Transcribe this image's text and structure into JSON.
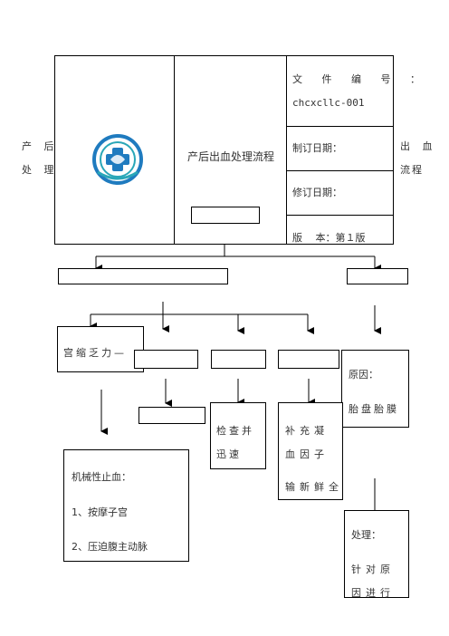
{
  "side_left": {
    "line1": "产 后",
    "line2": "处 理"
  },
  "side_right": {
    "line1": "出 血",
    "line2": "流程"
  },
  "header": {
    "title": "产后出血处理流程",
    "doc_no_label": "文 件 编 号 ：",
    "doc_no_value": "chcxcllc-001",
    "issued_label": "制订日期：",
    "revised_label": "修订日期：",
    "version_label": "版　 本：第１版"
  },
  "nodes": {
    "uterine_atony": "宫缩乏力—",
    "check": "检查并迅速",
    "supplement": "补充凝血因子",
    "transfusion": "输新鲜全",
    "cause_label": "原因：",
    "cause_value": "胎盘胎膜",
    "mech_title": "机械性止血：",
    "mech_item1": "1、按摩子宫",
    "mech_item2": "2、压迫腹主动脉",
    "treat_label": "处理：",
    "treat_value": "针对原因进行"
  },
  "colors": {
    "line": "#000000",
    "logo_blue": "#1f7bbf",
    "logo_teal": "#2aa7b8"
  }
}
